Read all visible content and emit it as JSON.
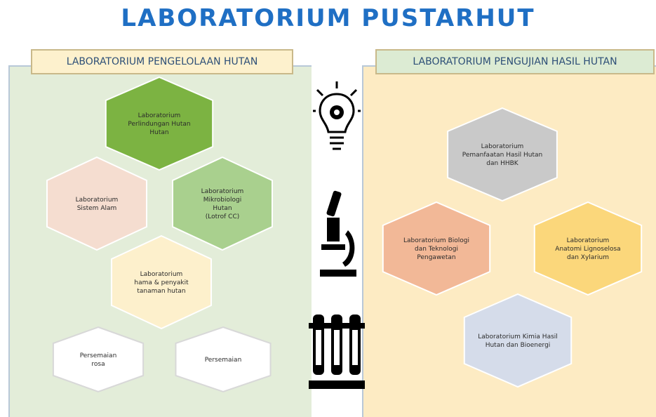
{
  "title": "LABORATORIUM PUSTARHUT",
  "left_panel": {
    "label": "LABORATORIUM PENGELOLAAN HUTAN",
    "hexes": [
      {
        "lines": [
          "Laboratorium",
          "Perlindungan Hutan",
          "Hutan"
        ],
        "color": "#7cb342"
      },
      {
        "lines": [
          "Laboratorium",
          "Sistem Alam"
        ],
        "color": "#f5ddd0"
      },
      {
        "lines": [
          "Laboratorium",
          "Mikrobiologi",
          "Hutan",
          "(Lotrof CC)"
        ],
        "color": "#a9d08e"
      },
      {
        "lines": [
          "Laboratorium",
          "hama & penyakit",
          "tanaman hutan"
        ],
        "color": "#fdf0cc"
      },
      {
        "lines": [
          "Persemaian",
          "rosa"
        ],
        "color": "#ffffff"
      },
      {
        "lines": [
          "Persemaian"
        ],
        "color": "#ffffff"
      }
    ]
  },
  "right_panel": {
    "label": "LABORATORIUM PENGUJIAN HASIL HUTAN",
    "hexes": [
      {
        "lines": [
          "Laboratorium",
          "Pemanfaatan Hasil Hutan",
          "dan HHBK"
        ],
        "color": "#c9c9c9"
      },
      {
        "lines": [
          "Laboratorium Biologi",
          "dan Teknologi",
          "Pengawetan"
        ],
        "color": "#f2b897"
      },
      {
        "lines": [
          "Laboratorium",
          "Anatomi Lignoselosa",
          "dan Xylarium"
        ],
        "color": "#fbd77b"
      },
      {
        "lines": [
          "Laboratorium Kimia Hasil",
          "Hutan dan Bioenergi"
        ],
        "color": "#d5dcea"
      }
    ]
  },
  "icons": [
    "lightbulb-gear-icon",
    "microscope-icon",
    "test-tubes-icon"
  ],
  "colors": {
    "title": "#1f6fc4",
    "label_text": "#2d4f77"
  }
}
